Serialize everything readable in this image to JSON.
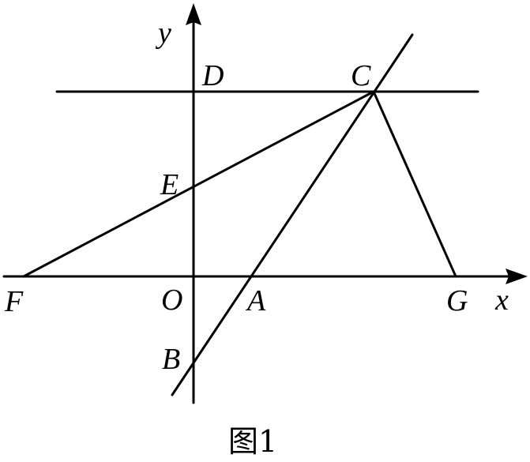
{
  "labels": {
    "y": "y",
    "x": "x",
    "D": "D",
    "C": "C",
    "E": "E",
    "F": "F",
    "O": "O",
    "A": "A",
    "G": "G",
    "B": "B"
  },
  "caption": "图1",
  "colors": {
    "stroke": "#000000",
    "background": "#ffffff"
  }
}
